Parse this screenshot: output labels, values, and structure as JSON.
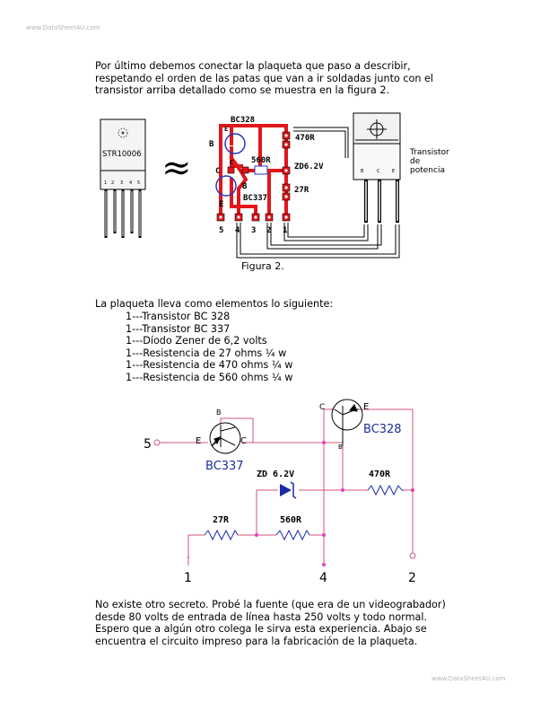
{
  "watermark": {
    "top": "www.DataSheet4U.com",
    "bottom": "www.DataSheet4U.com"
  },
  "intro": {
    "lines": [
      "Por último debemos conectar la plaqueta que paso a describir,",
      "respetando el orden de las patas que van a ir soldadas junto con el",
      "transistor arriba detallado como se muestra en la figura 2."
    ]
  },
  "figure2": {
    "ic_label": "STR10006",
    "ic_pins": [
      "1",
      "2",
      "3",
      "4",
      "5"
    ],
    "approx_symbol": "≈",
    "pcb": {
      "labels": {
        "bc328": "BC328",
        "r470": "470R",
        "r560": "560R",
        "zd": "ZD6.2V",
        "r27": "27R",
        "bc337": "BC337",
        "b_top": "B",
        "c_mid": "C",
        "e_top": "E",
        "c_left": "C",
        "b_low": "B",
        "e_low": "E"
      },
      "pins": [
        "5",
        "4",
        "3",
        "2",
        "1"
      ]
    },
    "power_transistor": {
      "label_lines": [
        "Transistor",
        "de",
        "potencia"
      ],
      "pins": [
        "B",
        "C",
        "E"
      ]
    },
    "caption": "Figura 2."
  },
  "components": {
    "heading": "La plaqueta lleva como elementos lo siguiente:",
    "items": [
      "1---Transistor  BC 328",
      "1---Transistor  BC 337",
      "1---Díodo Zener de 6,2 volts",
      "1---Resistencia  de 27 ohms ¼ w",
      "1---Resistencia  de 470 ohms ¼ w",
      "1---Resistencia  de 560 ohms ¼ w"
    ]
  },
  "schematic": {
    "q1_name": "BC337",
    "q2_name": "BC328",
    "q1_pins": {
      "b": "B",
      "e": "E",
      "c": "C"
    },
    "q2_pins": {
      "c": "C",
      "e": "E",
      "b": "B"
    },
    "zener": "ZD 6.2V",
    "r470": "470R",
    "r27": "27R",
    "r560": "560R",
    "terminals": {
      "t5": "5",
      "t1": "1",
      "t4": "4",
      "t2": "2"
    },
    "colors": {
      "wire": "#d0567a",
      "junction": "#e040c8",
      "diode": "#1b2aa8",
      "label": "#1a2f9a"
    }
  },
  "conclusion": {
    "lines": [
      "No existe otro secreto. Probé la fuente (que era de un videograbador)",
      "desde 80 volts de entrada de línea hasta 250 volts y todo normal.",
      "Espero que a algún otro colega le sirva esta experiencia. Abajo se",
      "encuentra el circuito impreso para la fabricación de la plaqueta."
    ]
  }
}
